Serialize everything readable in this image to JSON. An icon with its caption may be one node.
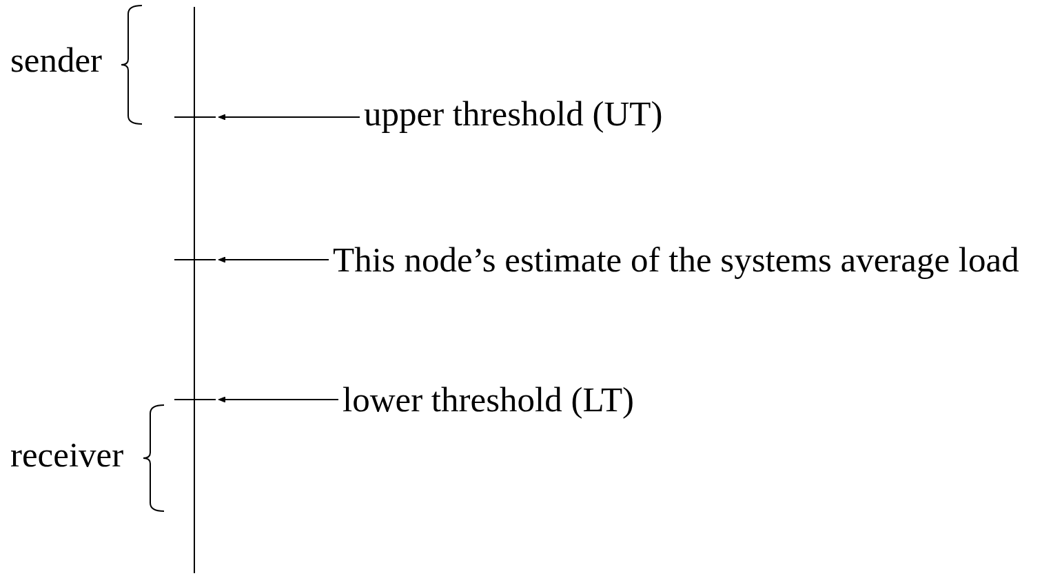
{
  "diagram": {
    "nodes": [
      {
        "text": [
          "upper threshold (UT)"
        ]
      },
      {
        "text": [],
        "shape": "bar"
      },
      {
        "text": [
          "This node’s estimate of the systems average load"
        ]
      },
      {
        "text": [],
        "shape": "bar"
      },
      {
        "text": [
          "lower threshold (LT)"
        ]
      },
      {
        "text": [],
        "shape": "bar"
      }
    ],
    "edges": [
      {
        "from": 0,
        "to": 1,
        "arrow": "to"
      },
      {
        "from": 2,
        "to": 3,
        "arrow": "to"
      },
      {
        "from": 4,
        "to": 5,
        "arrow": "to"
      }
    ],
    "labels": [
      "sender",
      "receiver"
    ]
  }
}
